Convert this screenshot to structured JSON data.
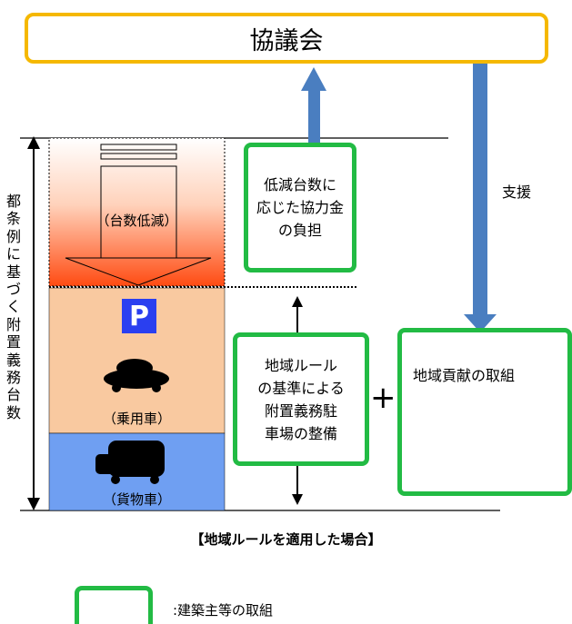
{
  "council": {
    "label": "協議会"
  },
  "vertical_label": "都条例に基づく附置義務台数",
  "reduction": {
    "label": "（台数低減）"
  },
  "parking": {
    "sign": "P",
    "passenger_label": "（乗用車）",
    "freight_label": "（貨物車）"
  },
  "contribution_fee_box": {
    "lines": [
      "低減台数に",
      "応じた協力金",
      "の負担"
    ]
  },
  "support_label": "支援",
  "local_rule_box": {
    "lines": [
      "地域ルール",
      "の基準による",
      "附置義務駐",
      "車場の整備"
    ]
  },
  "plus_symbol": "+",
  "regional_box": {
    "title": "地域貢献の取組"
  },
  "caption": "【地域ルールを適用した場合】",
  "legend": {
    "text": ":建築主等の取組"
  },
  "colors": {
    "council_border": "#f5b800",
    "green_border": "#22bb44",
    "arrow_blue": "#4a7ec0",
    "passenger_area": "#f9c9a0",
    "freight_area": "#6f9ff2",
    "reduction_gradient_top": "#ffffff",
    "reduction_gradient_bottom": "#ff4b12",
    "parking_sign": "#2a3ff0"
  }
}
